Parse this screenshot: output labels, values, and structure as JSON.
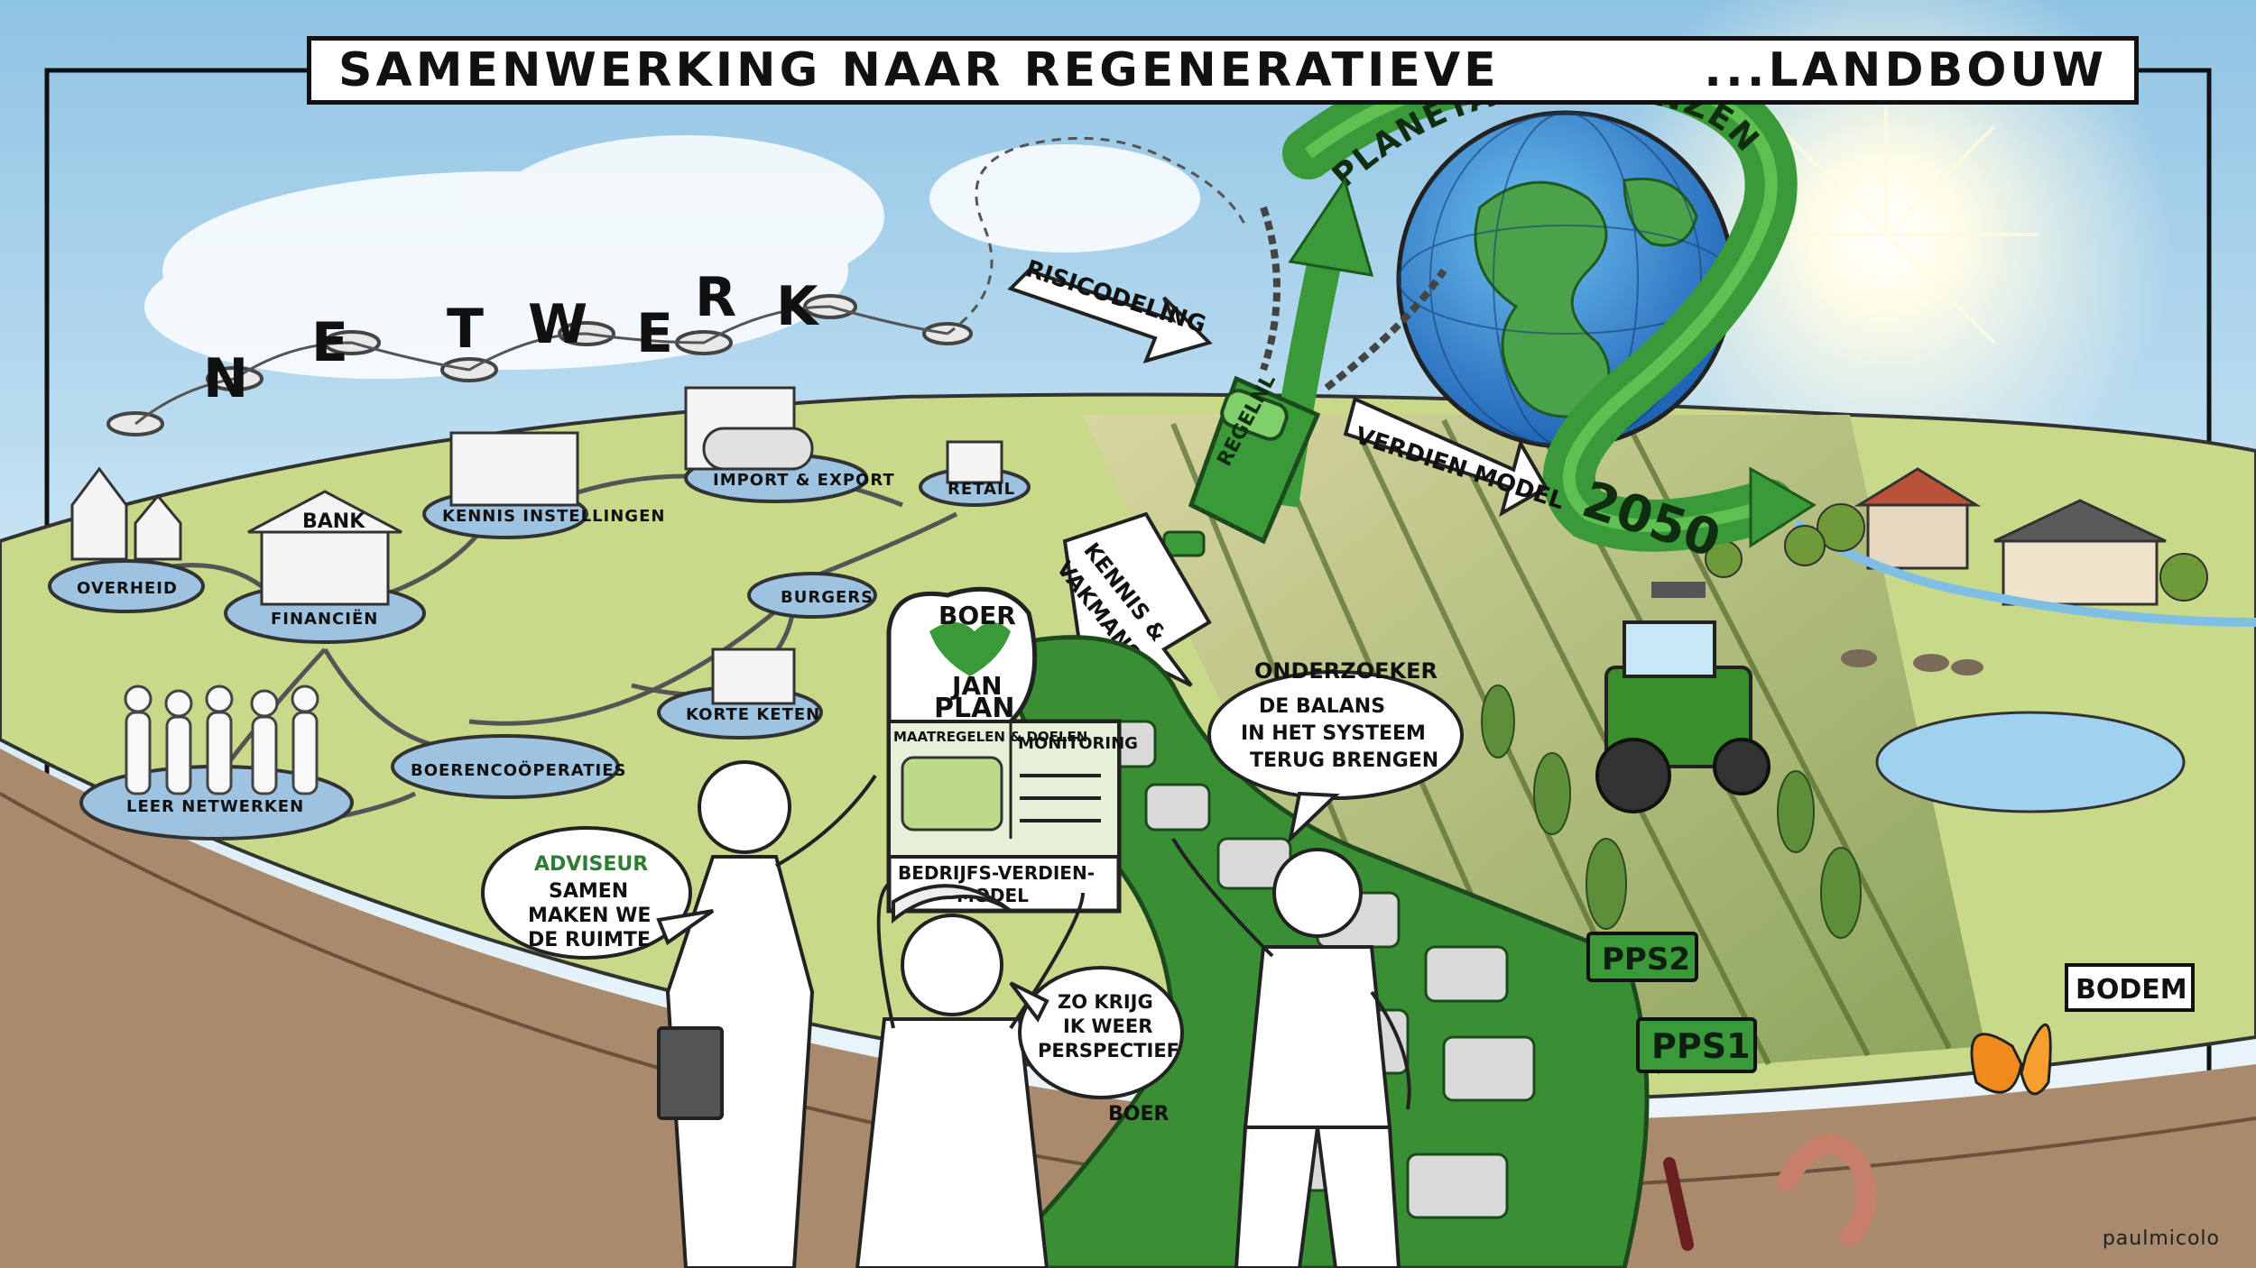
{
  "title": {
    "left": "SAMENWERKING NAAR REGENERATIEVE",
    "right": "...LANDBOUW"
  },
  "network": {
    "heading_letters": [
      "N",
      "E",
      "T",
      "W",
      "E",
      "R",
      "K"
    ],
    "nodes": {
      "overheid": "OVERHEID",
      "bank": "BANK",
      "financien": "FINANCIËN",
      "kennis": "KENNIS INSTELLINGEN",
      "import_export": "IMPORT & EXPORT",
      "retail": "RETAIL",
      "burgers": "BURGERS",
      "korte_keten": "KORTE KETEN",
      "boerencooperaties": "BOERENCOÖPERATIES",
      "leer_netwerken": "LEER NETWERKEN"
    }
  },
  "zipper": {
    "risicodeling": "RISICODELING",
    "regeling": "REGELNL",
    "kennis_vakmanschap_line1": "KENNIS &",
    "kennis_vakmanschap_line2": "VAKMANSCHAP",
    "verdien_model": "VERDIEN MODEL"
  },
  "globe_ribbon": {
    "banner": "PLANETAIRE GRENZEN & EERLIJK INKOMEN",
    "year": "2050"
  },
  "plan_board": {
    "header_line1": "BOER",
    "header_line2": "JAN",
    "header_line3": "PLAN",
    "col_left": "MAATREGELEN & DOELEN",
    "col_right": "MONITORING",
    "bottom_line1": "BEDRIJFS-VERDIEN-",
    "bottom_line2": "MODEL"
  },
  "speech": {
    "adviseur_role": "ADVISEUR",
    "adviseur_line1": "SAMEN",
    "adviseur_line2": "MAKEN WE",
    "adviseur_line3": "DE RUIMTE",
    "onderzoeker_role": "ONDERZOEKER",
    "onderzoeker_line1": "DE BALANS",
    "onderzoeker_line2": "IN HET SYSTEEM",
    "onderzoeker_line3": "TERUG BRENGEN",
    "boer_line1": "ZO KRIJG",
    "boer_line2": "IK WEER",
    "boer_line3": "PERSPECTIEF",
    "boer_role": "BOER"
  },
  "tags": {
    "pps2": "PPS2",
    "pps1": "PPS1",
    "bodem": "BODEM"
  },
  "signature": "paulmicolo",
  "colors": {
    "sky_top": "#9ccbe8",
    "grass": "#c8d98a",
    "platform": "#9dc3e0",
    "green_dark": "#2e8b34",
    "green_light": "#5cb84a",
    "soil": "#a98a6c"
  }
}
